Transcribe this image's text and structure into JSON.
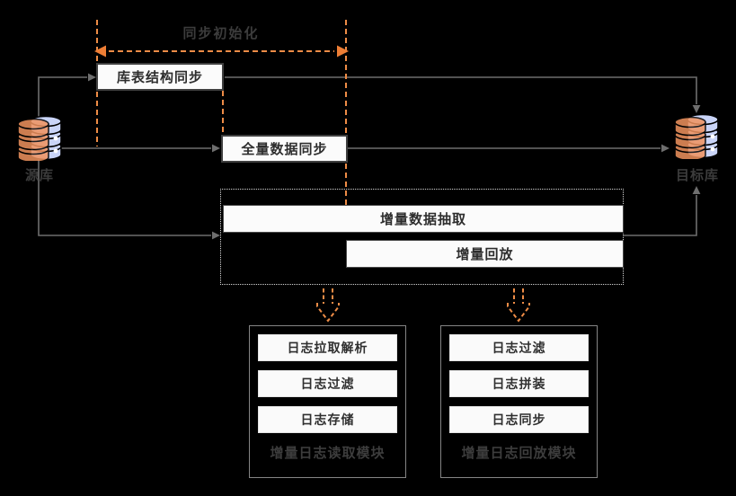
{
  "phase_label": "同步初始化",
  "nodes": {
    "schema_sync": "库表结构同步",
    "full_sync": "全量数据同步",
    "incr_extract": "增量数据抽取",
    "incr_replay": "增量回放"
  },
  "source_db": {
    "label": "源库",
    "icon": "database-cylinder-icon"
  },
  "target_db": {
    "label": "目标库",
    "icon": "database-cylinder-icon"
  },
  "modules": {
    "reader": {
      "title": "增量日志读取模块",
      "steps": [
        "日志拉取解析",
        "日志过滤",
        "日志存储"
      ]
    },
    "replayer": {
      "title": "增量日志回放模块",
      "steps": [
        "日志过滤",
        "日志拼装",
        "日志同步"
      ]
    }
  },
  "colors": {
    "background": "#000000",
    "accent_orange": "#ee8c46",
    "accent_orange_solid": "#ee7e35",
    "line_gray": "#6e6e6e",
    "box_border": "#3f3f3f",
    "box_fill": "#fbfbfb",
    "dotted_outline": "#d6d6d6",
    "text_dark": "#2d2d2d",
    "label_gray": "#3c3c3c",
    "db_lavender": "#c9d4f8",
    "db_orange": "#f0935f"
  }
}
